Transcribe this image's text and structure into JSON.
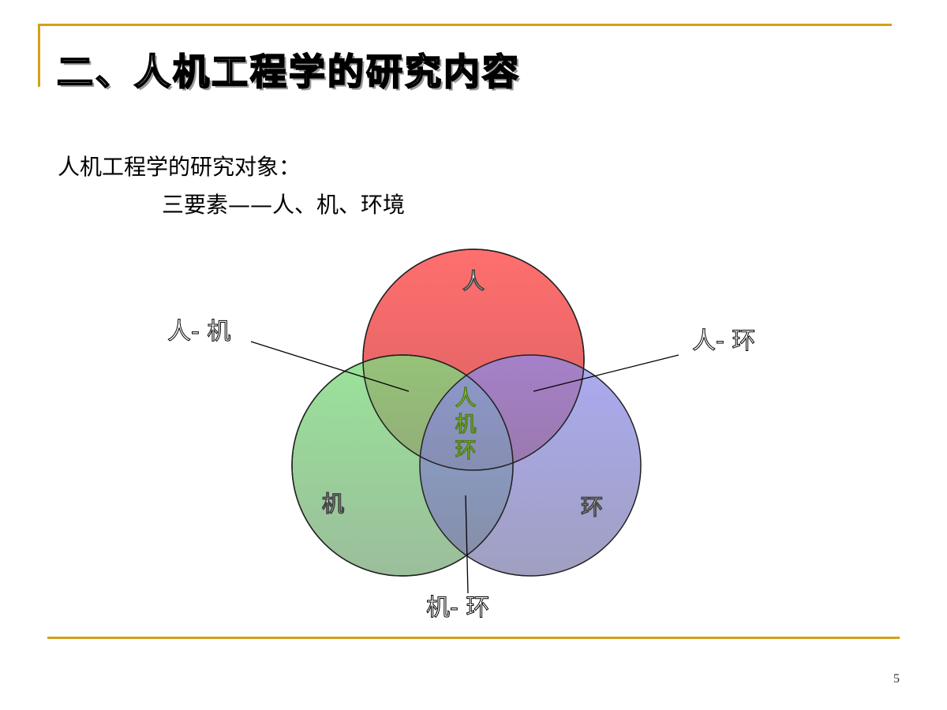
{
  "slide": {
    "title": "二、人机工程学的研究内容",
    "subtitle_line1": "人机工程学的研究对象：",
    "subtitle_line2": "三要素——人、机、环境",
    "page_number": "5"
  },
  "venn": {
    "sets": {
      "human": "人",
      "machine": "机",
      "environment": "环"
    },
    "center_label": [
      "人",
      "机",
      "环"
    ],
    "callouts": {
      "human_machine": "人- 机",
      "human_environment": "人- 环",
      "machine_environment": "机- 环"
    },
    "colors": {
      "human": "#ff6666",
      "machine": "#77dd77",
      "environment": "#7777ee",
      "center_text": "#9acd32",
      "frame": "#d4a017"
    }
  }
}
